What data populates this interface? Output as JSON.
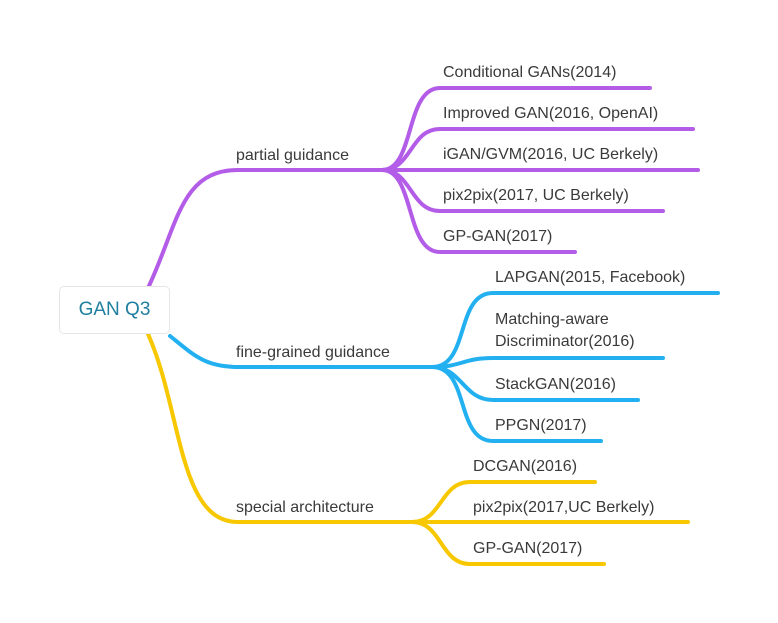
{
  "root": {
    "label": "GAN Q3"
  },
  "colors": {
    "branch_1": "#b35ce8",
    "branch_2": "#22b0f0",
    "branch_3": "#f7c700",
    "root_text": "#1f7f9e"
  },
  "branches": [
    {
      "label": "partial guidance",
      "children": [
        {
          "label": "Conditional GANs(2014)"
        },
        {
          "label": "Improved GAN(2016, OpenAI)"
        },
        {
          "label": "iGAN/GVM(2016, UC Berkely)"
        },
        {
          "label": "pix2pix(2017, UC Berkely)"
        },
        {
          "label": "GP-GAN(2017)"
        }
      ]
    },
    {
      "label": "fine-grained guidance",
      "children": [
        {
          "label": "LAPGAN(2015, Facebook)"
        },
        {
          "label_lines": [
            "Matching-aware",
            "Discriminator(2016)"
          ]
        },
        {
          "label": "StackGAN(2016)"
        },
        {
          "label": "PPGN(2017)"
        }
      ]
    },
    {
      "label": "special architecture",
      "children": [
        {
          "label": "DCGAN(2016)"
        },
        {
          "label": "pix2pix(2017,UC Berkely)"
        },
        {
          "label": "GP-GAN(2017)"
        }
      ]
    }
  ]
}
